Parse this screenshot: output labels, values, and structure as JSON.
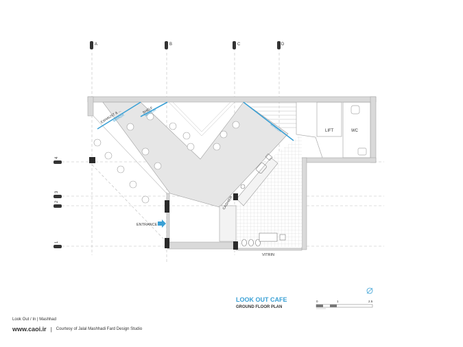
{
  "plan": {
    "grid_top": [
      "A",
      "B",
      "C",
      "D"
    ],
    "grid_left": [
      "4",
      "3",
      "2",
      "1"
    ],
    "labels": {
      "exhaust": "EXHAUST & ...",
      "mirror": "MIRROR",
      "shelf": "SHELF",
      "lift": "LIFT",
      "wc": "WC",
      "cashier": "CASHIER",
      "entrance": "ENTRANCE",
      "vitrin": "VITRIN"
    },
    "title": "LOOK OUT CAFE",
    "subtitle": "GROUND FLOOR PLAN",
    "scale": [
      "0",
      "1",
      "2.5"
    ]
  },
  "footer": {
    "project": "Look Out / In  |  Mashhad",
    "site": "www.caoi.ir",
    "separator": "|",
    "credit": "Courtesy of Jalal Mashhadi Fard Design Studio"
  },
  "colors": {
    "accent": "#3aa0d5",
    "wall": "#d9d9d9",
    "column": "#2a2a2a"
  }
}
